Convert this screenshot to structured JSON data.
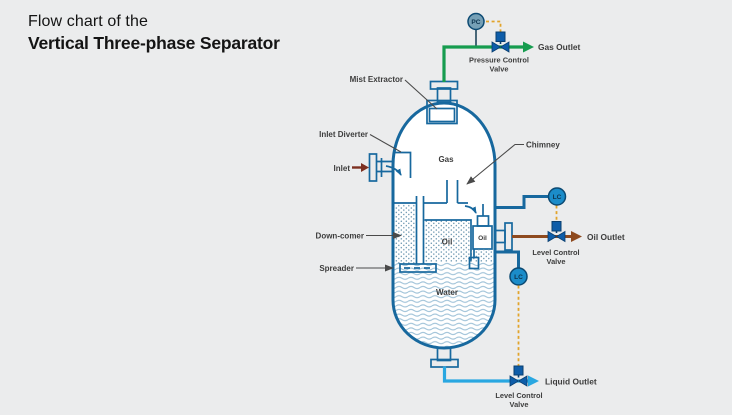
{
  "title": {
    "line1": "Flow chart of the",
    "line2": "Vertical Three-phase Separator"
  },
  "colors": {
    "background": "#ebeced",
    "title_color": "#141414",
    "label_color": "#3d3d3d",
    "pointer_color": "#4a4a4a",
    "vessel_blue": "#17689e",
    "pattern_dot": "#6592ad",
    "water_wave": "#9fc2d8",
    "pipe_green": "#169c4f",
    "pipe_brown": "#8e4a1f",
    "pipe_lightblue": "#29a7e1",
    "signal_yellow": "#e2a42b",
    "valve_blue": "#0e5da9",
    "valve_dark": "#0a3f70",
    "controller_blue": "#1b8cc9",
    "controller_border": "#0c4a73",
    "pc_fill": "#76a0b6",
    "inlet_maroon": "#7d3020"
  },
  "diagram": {
    "internal_labels": {
      "gas": "Gas",
      "oil_main": "Oil",
      "oil_bucket": "Oil",
      "water": "Water"
    },
    "component_labels": {
      "mist_extractor": "Mist Extractor",
      "inlet_diverter": "Inlet Diverter",
      "inlet": "Inlet",
      "chimney": "Chimney",
      "down_comer": "Down-comer",
      "spreader": "Spreader"
    },
    "instruments": {
      "pressure_controller": "PC",
      "oil_level_controller": "LC",
      "water_level_controller": "LC"
    },
    "outlets": {
      "gas": "Gas Outlet",
      "oil": "Oil Outlet",
      "liquid": "Liquid Outlet"
    },
    "valves": {
      "pressure": {
        "line1": "Pressure Control",
        "line2": "Valve"
      },
      "oil": {
        "line1": "Level Control",
        "line2": "Valve"
      },
      "liquid": {
        "line1": "Level Control",
        "line2": "Valve"
      }
    }
  }
}
